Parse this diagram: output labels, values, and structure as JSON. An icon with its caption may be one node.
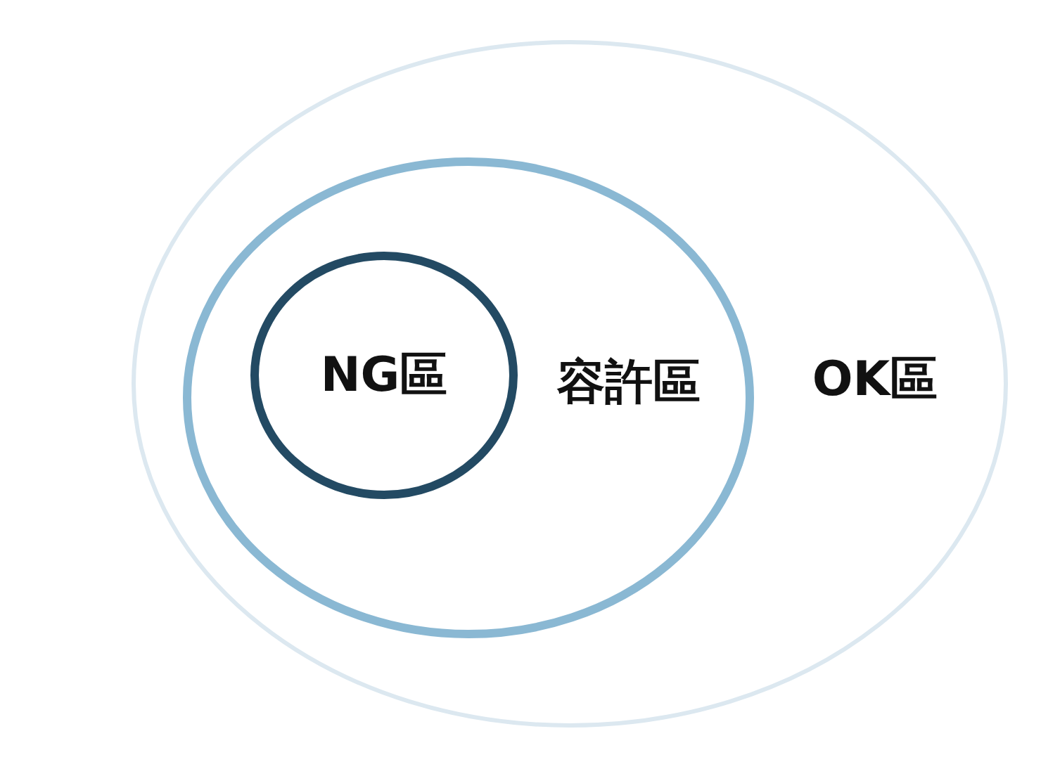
{
  "diagram": {
    "nodes": [
      {
        "text": [
          "OK區"
        ]
      },
      {
        "text": [
          "容許區"
        ],
        "in": 0
      },
      {
        "text": [
          "NG區"
        ],
        "in": 1
      }
    ]
  }
}
